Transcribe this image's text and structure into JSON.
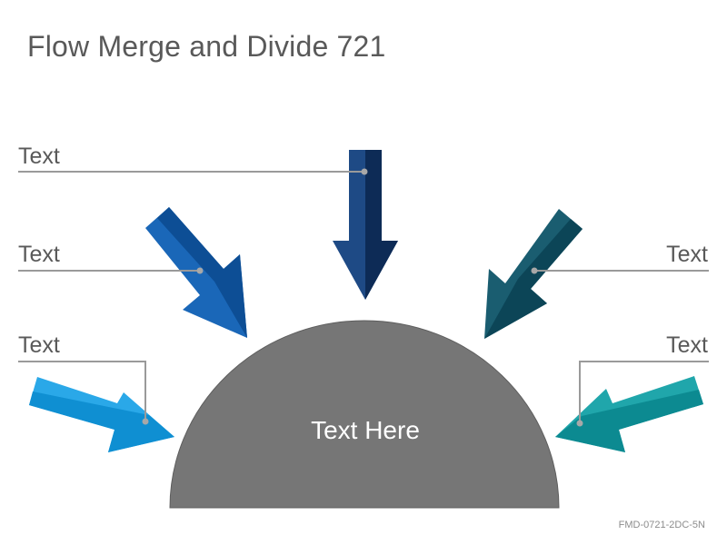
{
  "title": "Flow Merge and Divide 721",
  "center": {
    "label": "Text Here"
  },
  "arrows": [
    {
      "id": "top",
      "label": "Text",
      "color_light": "#1e4a85",
      "color_dark": "#0d2b56"
    },
    {
      "id": "upper-left",
      "label": "Text",
      "color_light": "#1a67b8",
      "color_dark": "#0d4e95"
    },
    {
      "id": "lower-left",
      "label": "Text",
      "color_light": "#2aa8e8",
      "color_dark": "#0f8fd2"
    },
    {
      "id": "upper-right",
      "label": "Text",
      "color_light": "#1a5d70",
      "color_dark": "#0c4557"
    },
    {
      "id": "lower-right",
      "label": "Text",
      "color_light": "#20a6ab",
      "color_dark": "#0c8a91"
    }
  ],
  "colors": {
    "semicircle": "#767676",
    "connector": "#9a9a9a"
  },
  "footer_code": "FMD-0721-2DC-5N"
}
